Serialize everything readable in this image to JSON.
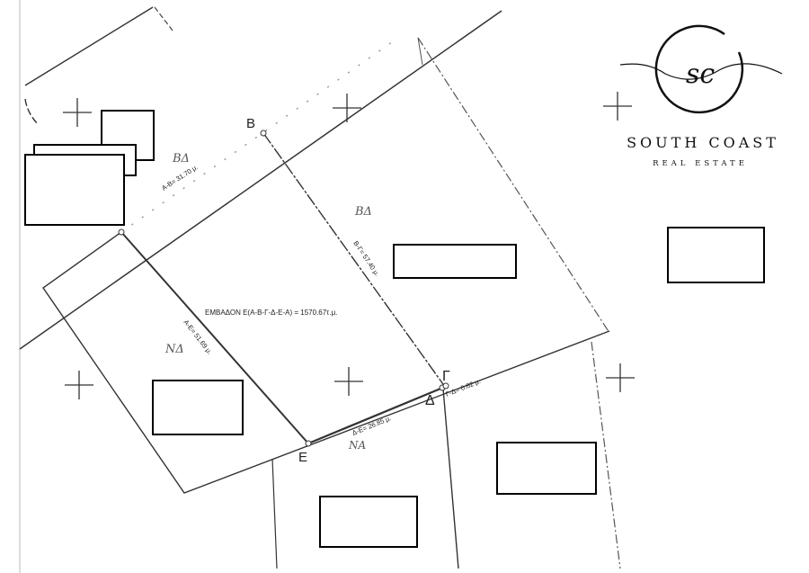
{
  "plan": {
    "area_label": "ΕΜΒΑΔΟΝ  Ε(Α-Β-Γ-Δ-Ε-Α) = 1570.67τ.μ.",
    "points": {
      "B": "B",
      "G": "Γ",
      "D": "Δ",
      "E": "E"
    },
    "dimensions": {
      "ab": "Α-Β= 31.70 μ.",
      "bg": "Β-Γ= 57.40 μ.",
      "ae": "Α-Ε= 51.69 μ.",
      "de": "Δ-Ε= 26.85 μ.",
      "gd": "Γ-Δ= 0.82 μ."
    },
    "neighbors": {
      "n1": "ΒΔ",
      "n2": "ΒΔ",
      "n3": "ΝΔ",
      "n4": "ΝΑ"
    }
  },
  "logo": {
    "monogram": "sc",
    "title": "SOUTH COAST",
    "subtitle": "REAL ESTATE"
  }
}
